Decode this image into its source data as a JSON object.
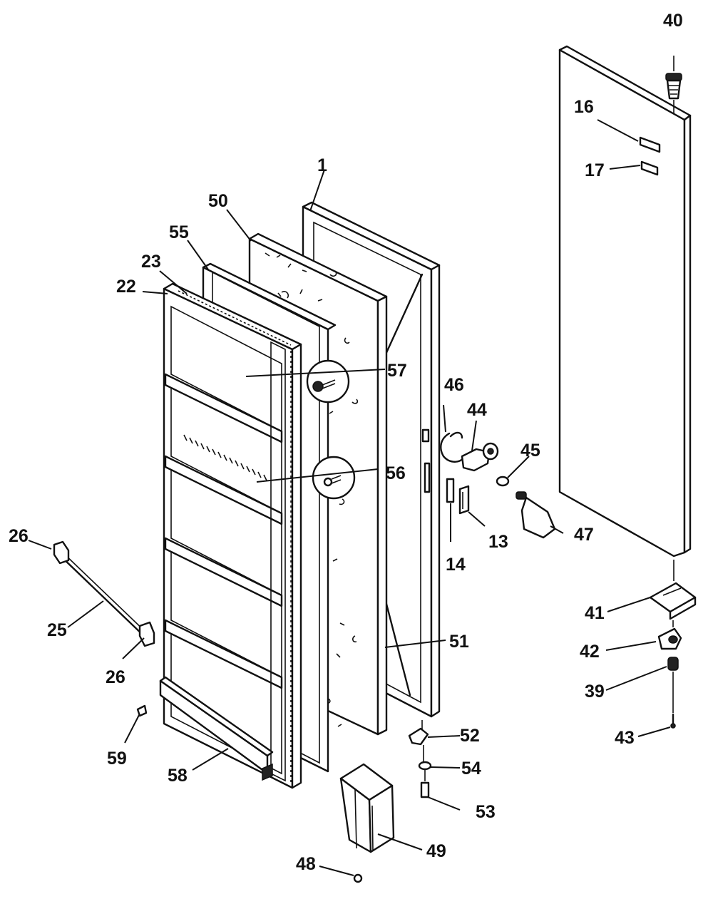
{
  "diagram": {
    "part_labels": {
      "p1": "1",
      "p13": "13",
      "p14": "14",
      "p16": "16",
      "p17": "17",
      "p22": "22",
      "p23": "23",
      "p25": "25",
      "p26a": "26",
      "p26b": "26",
      "p39": "39",
      "p40": "40",
      "p41": "41",
      "p42": "42",
      "p43": "43",
      "p44": "44",
      "p45": "45",
      "p46": "46",
      "p47": "47",
      "p48": "48",
      "p49": "49",
      "p50": "50",
      "p51": "51",
      "p52": "52",
      "p53": "53",
      "p54": "54",
      "p55": "55",
      "p56": "56",
      "p57": "57",
      "p58": "58",
      "p59": "59"
    }
  }
}
